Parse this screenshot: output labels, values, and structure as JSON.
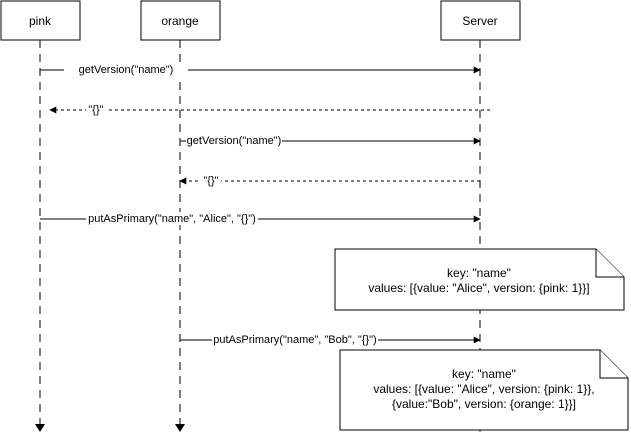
{
  "participants": [
    {
      "id": "pink",
      "label": "pink"
    },
    {
      "id": "orange",
      "label": "orange"
    },
    {
      "id": "server",
      "label": "Server"
    }
  ],
  "messages": [
    {
      "from": "pink",
      "to": "server",
      "label": "getVersion(\"name\")",
      "style": "solid"
    },
    {
      "from": "server",
      "to": "pink",
      "label": "\"{}\"",
      "style": "dashed"
    },
    {
      "from": "orange",
      "to": "server",
      "label": "getVersion(\"name\")",
      "style": "solid"
    },
    {
      "from": "server",
      "to": "orange",
      "label": "\"{}\"",
      "style": "dashed"
    },
    {
      "from": "pink",
      "to": "server",
      "label": "putAsPrimary(\"name\", \"Alice\", \"{}\")",
      "style": "solid"
    },
    {
      "from": "orange",
      "to": "server",
      "label": "putAsPrimary(\"name\", \"Bob\", \"{}\")",
      "style": "solid"
    }
  ],
  "notes": [
    {
      "lines": [
        "key: \"name\"",
        "values: [{value: \"Alice\", version: {pink: 1}}]"
      ]
    },
    {
      "lines": [
        "key: \"name\"",
        "values: [{value: \"Alice\", version: {pink: 1}},",
        "{value:\"Bob\", version: {orange: 1}}]"
      ]
    }
  ]
}
